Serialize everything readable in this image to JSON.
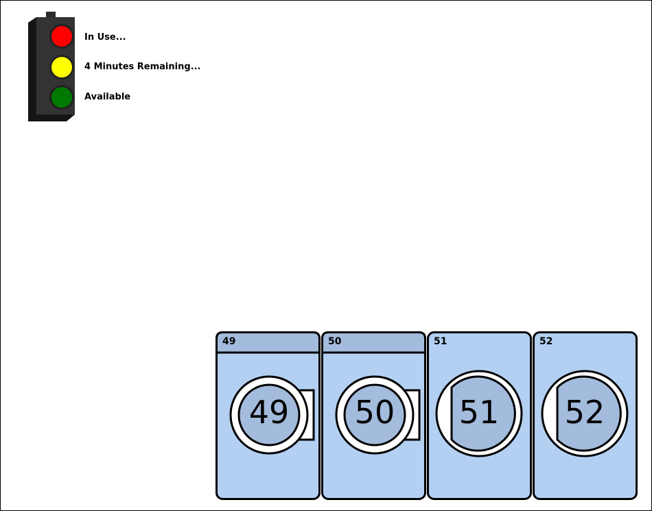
{
  "legend": {
    "in_use": "In Use...",
    "minutes_remaining": "4 Minutes Remaining...",
    "available": "Available",
    "colors": {
      "red": "#ff0000",
      "yellow": "#ffff00",
      "green": "#007a00"
    }
  },
  "machines": [
    {
      "label": "49",
      "number": "49",
      "style": "washer"
    },
    {
      "label": "50",
      "number": "50",
      "style": "washer"
    },
    {
      "label": "51",
      "number": "51",
      "style": "dryer"
    },
    {
      "label": "52",
      "number": "52",
      "style": "dryer"
    }
  ],
  "colors": {
    "machine_body": "#b3d0f2",
    "washer_panel": "#a3bbdc",
    "door_glass": "#a3bbdc",
    "outline": "#000000"
  }
}
